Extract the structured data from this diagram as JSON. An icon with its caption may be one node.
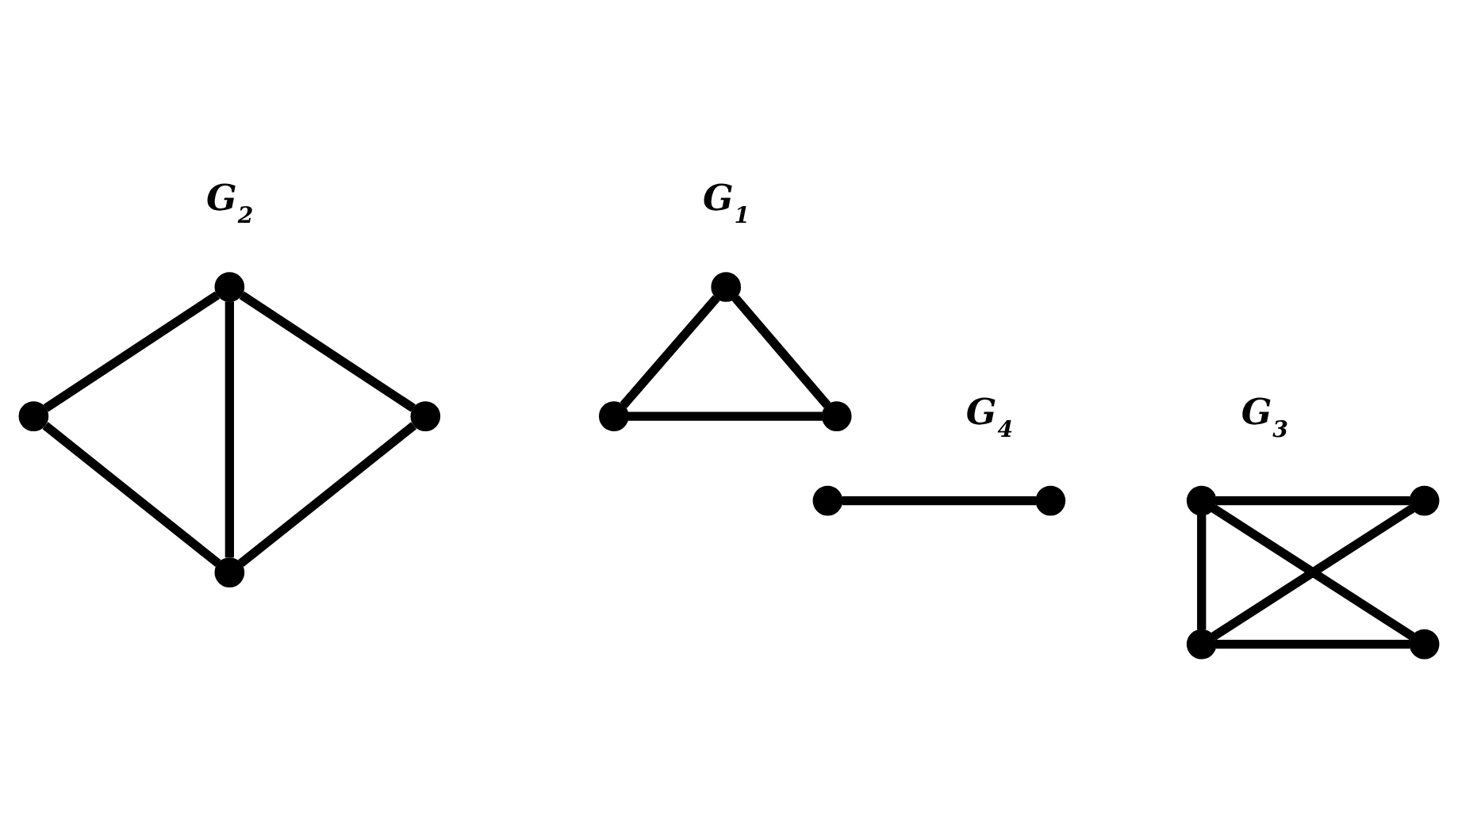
{
  "diagram": {
    "nodes": [
      {
        "text": [],
        "shape": "circle"
      },
      {
        "text": [],
        "shape": "circle"
      },
      {
        "text": [],
        "shape": "circle"
      },
      {
        "text": [],
        "shape": "circle"
      },
      {
        "text": [],
        "shape": "circle"
      },
      {
        "text": [],
        "shape": "circle"
      },
      {
        "text": [],
        "shape": "circle"
      },
      {
        "text": [],
        "shape": "circle"
      },
      {
        "text": [],
        "shape": "circle"
      },
      {
        "text": [],
        "shape": "circle"
      },
      {
        "text": [],
        "shape": "circle"
      },
      {
        "text": [],
        "shape": "circle"
      },
      {
        "text": [],
        "shape": "circle"
      }
    ],
    "edges": [
      {
        "from": 0,
        "to": 1,
        "arrow": "none"
      },
      {
        "from": 0,
        "to": 3,
        "arrow": "none"
      },
      {
        "from": 0,
        "to": 2,
        "arrow": "none"
      },
      {
        "from": 1,
        "to": 3,
        "arrow": "none"
      },
      {
        "from": 2,
        "to": 3,
        "arrow": "none"
      },
      {
        "from": 4,
        "to": 5,
        "arrow": "none"
      },
      {
        "from": 4,
        "to": 6,
        "arrow": "none"
      },
      {
        "from": 5,
        "to": 6,
        "arrow": "none"
      },
      {
        "from": 7,
        "to": 8,
        "arrow": "none"
      },
      {
        "from": 9,
        "to": 10,
        "arrow": "none"
      },
      {
        "from": 9,
        "to": 11,
        "arrow": "none"
      },
      {
        "from": 9,
        "to": 12,
        "arrow": "none"
      },
      {
        "from": 10,
        "to": 11,
        "arrow": "none"
      },
      {
        "from": 11,
        "to": 12,
        "arrow": "none"
      }
    ],
    "labels": [
      "G$_{1}$",
      "G$_{2}$",
      "G$_{4}$",
      "G$_{3}$"
    ]
  }
}
